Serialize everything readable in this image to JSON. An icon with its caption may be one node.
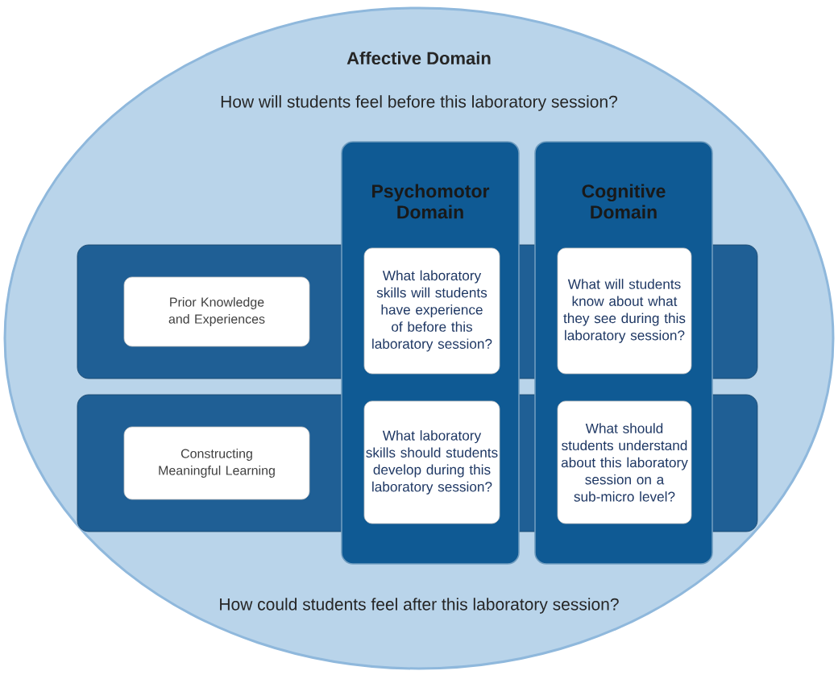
{
  "diagram": {
    "nodes": [
      {
        "text": [
          "Affective Domain",
          "How will students feel before this laboratory session?",
          "How could students feel after this laboratory session?"
        ]
      },
      {
        "text": [],
        "shape": "bar",
        "in": 0
      },
      {
        "text": [
          "Prior Knowledge and Experiences"
        ],
        "in": 1
      },
      {
        "text": [],
        "shape": "bar",
        "in": 0
      },
      {
        "text": [
          "Constructing Meaningful Learning"
        ],
        "in": 3
      },
      {
        "text": [
          "Psychomotor Domain"
        ],
        "in": 0
      },
      {
        "text": [
          "What laboratory skills will students have experience of before this laboratory session?"
        ]
      },
      {
        "text": [
          "What laboratory skills should students develop during this laboratory session?"
        ]
      },
      {
        "text": [
          "Cognitive Domain"
        ],
        "in": 0
      },
      {
        "text": [
          "What will students know about what they see during this laboratory session?"
        ]
      },
      {
        "text": [
          "What should students understand about this laboratory session on a sub-micro level?"
        ]
      }
    ]
  }
}
